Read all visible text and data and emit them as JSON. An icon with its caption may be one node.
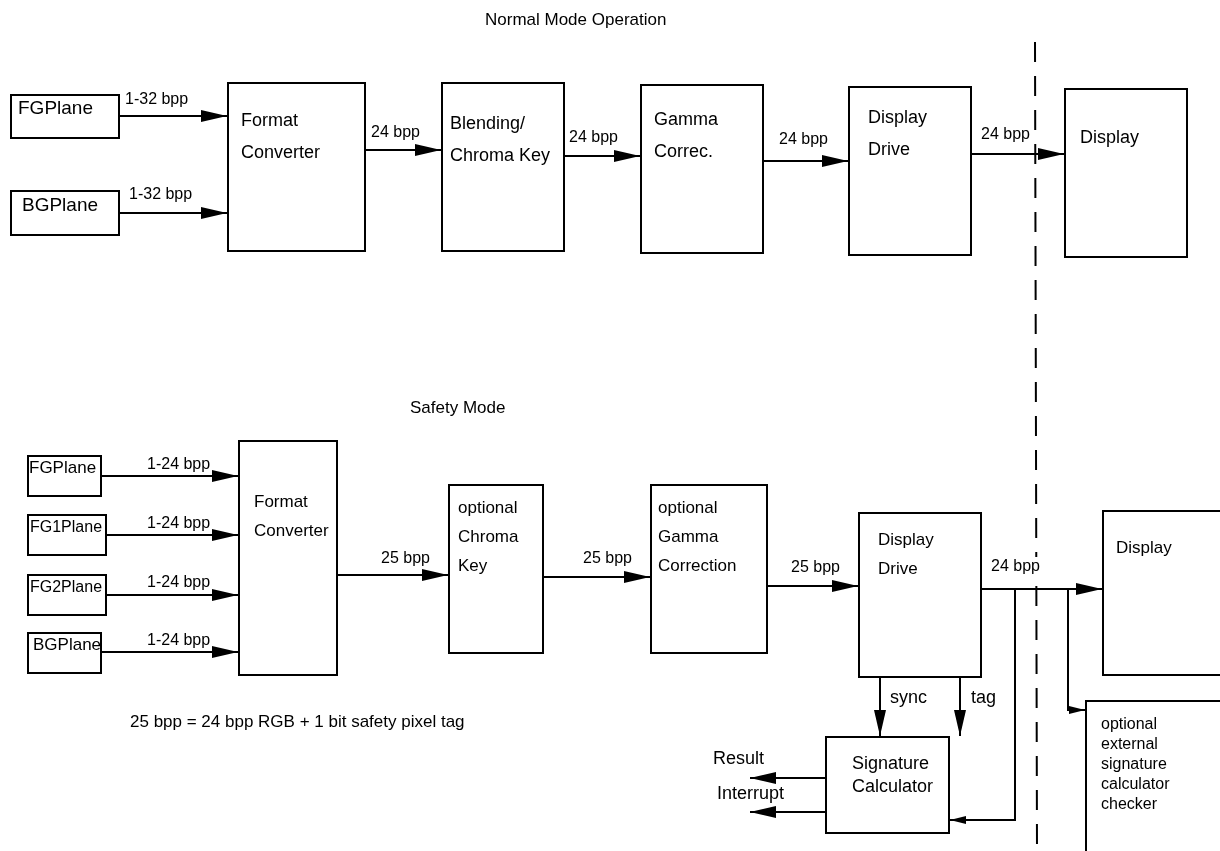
{
  "diagram": {
    "nodes": [
      {
        "text": [
          "FGPlane"
        ]
      },
      {
        "text": [
          "BGPlane"
        ]
      },
      {
        "text": [
          "Format Converter"
        ]
      },
      {
        "text": [
          "Blending/ Chroma Key"
        ]
      },
      {
        "text": [
          "Gamma Correc."
        ]
      },
      {
        "text": [
          "Display Drive"
        ]
      },
      {
        "text": [
          "Display"
        ]
      },
      {
        "text": [
          "FGPlane"
        ]
      },
      {
        "text": [
          "FG1Plane"
        ]
      },
      {
        "text": [
          "FG2Plane"
        ]
      },
      {
        "text": [
          "BGPlane"
        ]
      },
      {
        "text": [
          "Format Converter"
        ]
      },
      {
        "text": [
          "optional Chroma Key"
        ]
      },
      {
        "text": [
          "optional Gamma Correction"
        ]
      },
      {
        "text": [
          "Display Drive"
        ]
      },
      {
        "text": [
          "Display"
        ]
      },
      {
        "text": [
          "Signature Calculator"
        ]
      },
      {
        "text": [
          "optional external signature calculator checker"
        ]
      }
    ],
    "edges": [
      {
        "from": 0,
        "to": 2,
        "arrow": "to",
        "label": "1-32 bpp"
      },
      {
        "from": 1,
        "to": 2,
        "arrow": "to",
        "label": "1-32 bpp"
      },
      {
        "from": 2,
        "to": 3,
        "arrow": "to",
        "label": "24 bpp"
      },
      {
        "from": 3,
        "to": 4,
        "arrow": "to",
        "label": "24 bpp"
      },
      {
        "from": 4,
        "to": 5,
        "arrow": "to",
        "label": "24 bpp"
      },
      {
        "from": 5,
        "to": 6,
        "arrow": "to",
        "label": "24 bpp"
      },
      {
        "from": 7,
        "to": 11,
        "arrow": "to",
        "label": "1-24 bpp"
      },
      {
        "from": 8,
        "to": 11,
        "arrow": "to",
        "label": "1-24 bpp"
      },
      {
        "from": 9,
        "to": 11,
        "arrow": "to",
        "label": "1-24 bpp"
      },
      {
        "from": 10,
        "to": 11,
        "arrow": "to",
        "label": "1-24 bpp"
      },
      {
        "from": 11,
        "to": 12,
        "arrow": "to",
        "label": "25 bpp"
      },
      {
        "from": 12,
        "to": 13,
        "arrow": "to",
        "label": "25 bpp"
      },
      {
        "from": 13,
        "to": 14,
        "arrow": "to",
        "label": "25 bpp"
      },
      {
        "from": 14,
        "to": 15,
        "arrow": "to",
        "label": "24 bpp"
      },
      {
        "from": 14,
        "to": 16,
        "arrow": "to",
        "label": "sync"
      },
      {
        "from": 14,
        "to": 16,
        "arrow": "to",
        "label": "tag"
      },
      {
        "from": 14,
        "to": 16,
        "arrow": "to"
      },
      {
        "from": 14,
        "to": 17,
        "arrow": "to"
      },
      {
        "from": 16,
        "to": null,
        "arrow": "to",
        "label": "Result"
      },
      {
        "from": 16,
        "to": null,
        "arrow": "to",
        "label": "Interrupt"
      }
    ],
    "labels": [
      "Normal Mode Operation",
      "Safety Mode",
      "25 bpp = 24 bpp RGB + 1 bit safety pixel tag"
    ]
  }
}
